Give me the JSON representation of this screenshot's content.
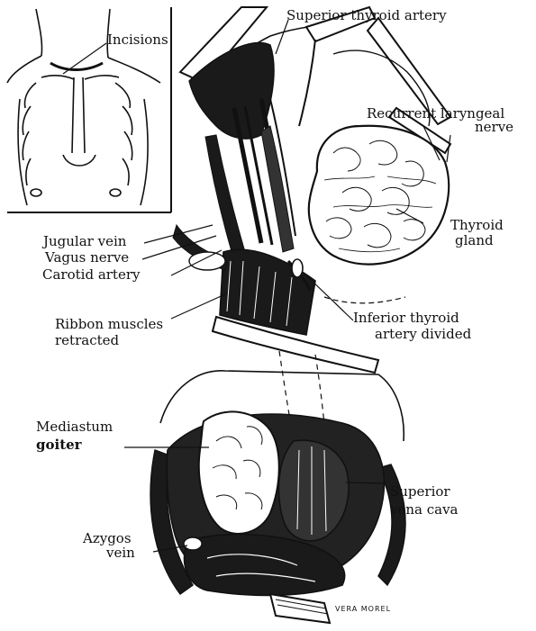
{
  "labels": {
    "incisions": "Incisions",
    "superior_thyroid_artery": "Superior thyroid artery",
    "recurrent_laryngeal_line1": "Recurrent laryngeal",
    "recurrent_laryngeal_line2": "nerve",
    "thyroid_line1": "Thyroid",
    "thyroid_line2": "gland",
    "jugular_vein": "Jugular vein",
    "vagus_nerve": "Vagus nerve",
    "carotid_artery": "Carotid artery",
    "ribbon_line1": "Ribbon muscles",
    "ribbon_line2": "retracted",
    "inferior_line1": "Inferior thyroid",
    "inferior_line2": "artery divided",
    "mediastum_line1": "Mediastum",
    "mediastum_line2": "goiter",
    "svc_line1": "Superior",
    "svc_line2": "vena cava",
    "azygos_line1": "Azygos",
    "azygos_line2": "vein"
  },
  "signature": "VERA MOREL",
  "colors": {
    "ink": "#111111",
    "paper": "#ffffff"
  }
}
